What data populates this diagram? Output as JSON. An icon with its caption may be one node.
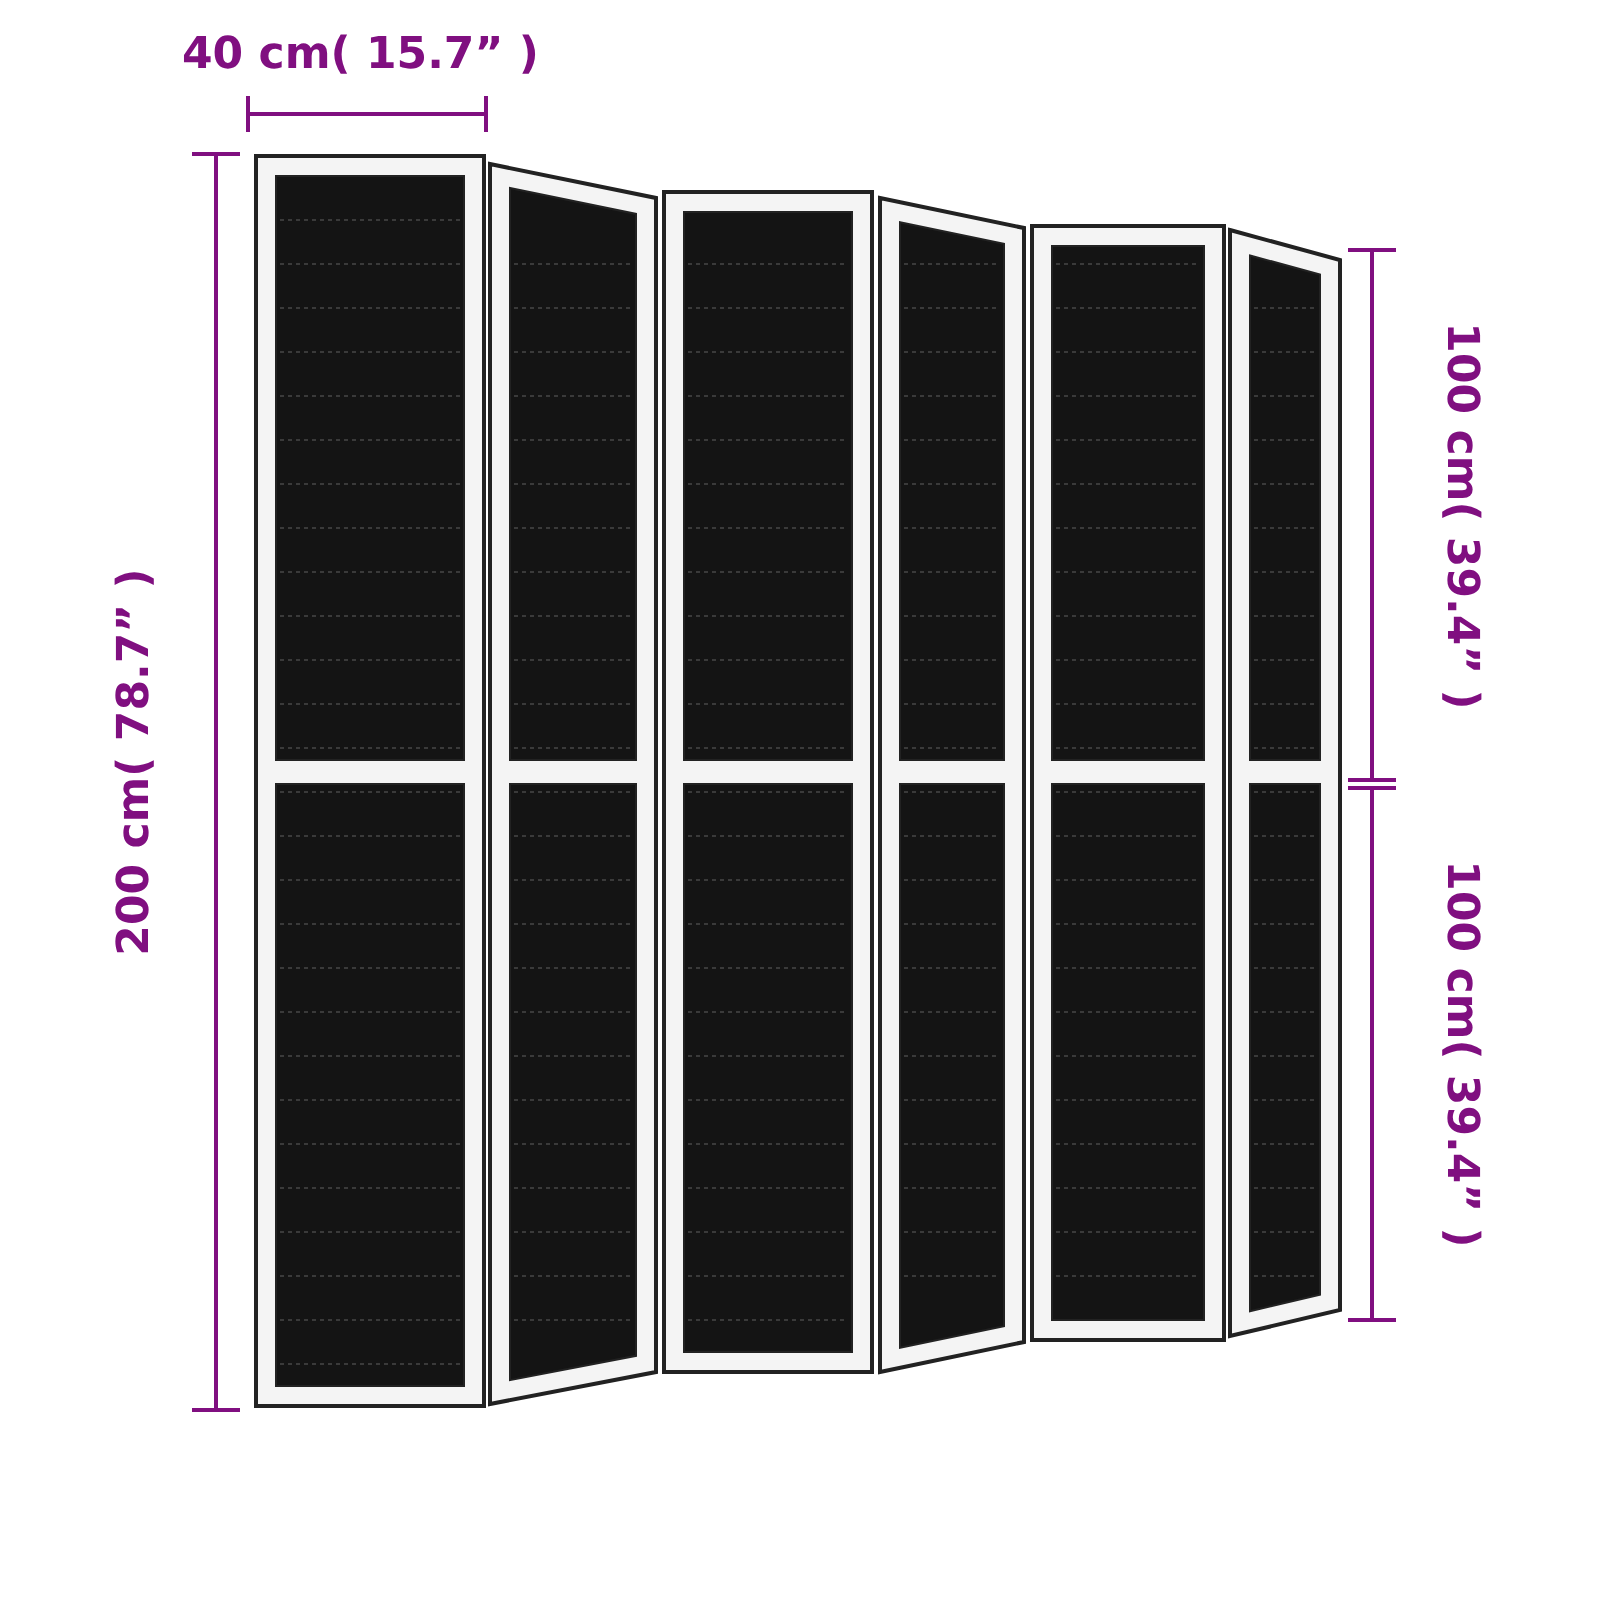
{
  "diagram": {
    "labels": [
      "40 cm( 15.7” )",
      "200 cm( 78.7” )",
      "100 cm( 39.4” )",
      "100 cm( 39.4” )"
    ]
  }
}
